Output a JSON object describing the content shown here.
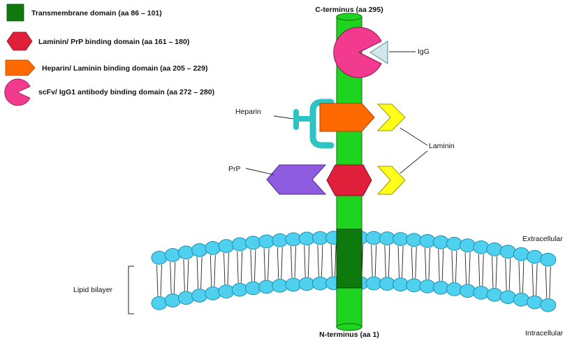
{
  "legend": {
    "items": [
      {
        "shape": "square",
        "color": "#0e7a0e",
        "label": "Transmembrane domain (aa 86 – 101)"
      },
      {
        "shape": "hexagon",
        "color": "#e0203a",
        "label": "Laminin/ PrP binding domain (aa 161 – 180)"
      },
      {
        "shape": "pentagon-arrow",
        "color": "#ff6a00",
        "label": "Heparin/ Laminin binding domain (aa 205 – 229)"
      },
      {
        "shape": "pacman",
        "color": "#f23a8e",
        "label": "scFv/ IgG1 antibody binding domain (aa 272 – 280)"
      }
    ]
  },
  "protein": {
    "c_terminus": "C-terminus (aa 295)",
    "n_terminus": "N-terminus (aa 1)",
    "rod_color": "#1fd41f"
  },
  "ligands": {
    "igg": "IgG",
    "heparin": "Heparin",
    "laminin": "Laminin",
    "prp": "PrP"
  },
  "membrane": {
    "extracellular": "Extracellular",
    "intracellular": "Intracellular",
    "lipid_bilayer": "Lipid bilayer",
    "head_color": "#4fd0ef"
  },
  "colors": {
    "igg_triangle": "#cfe6ea",
    "heparin_bracket": "#2ec4c4",
    "laminin_chevron": "#ffff1a",
    "prp_arrow": "#8e5ce0"
  }
}
